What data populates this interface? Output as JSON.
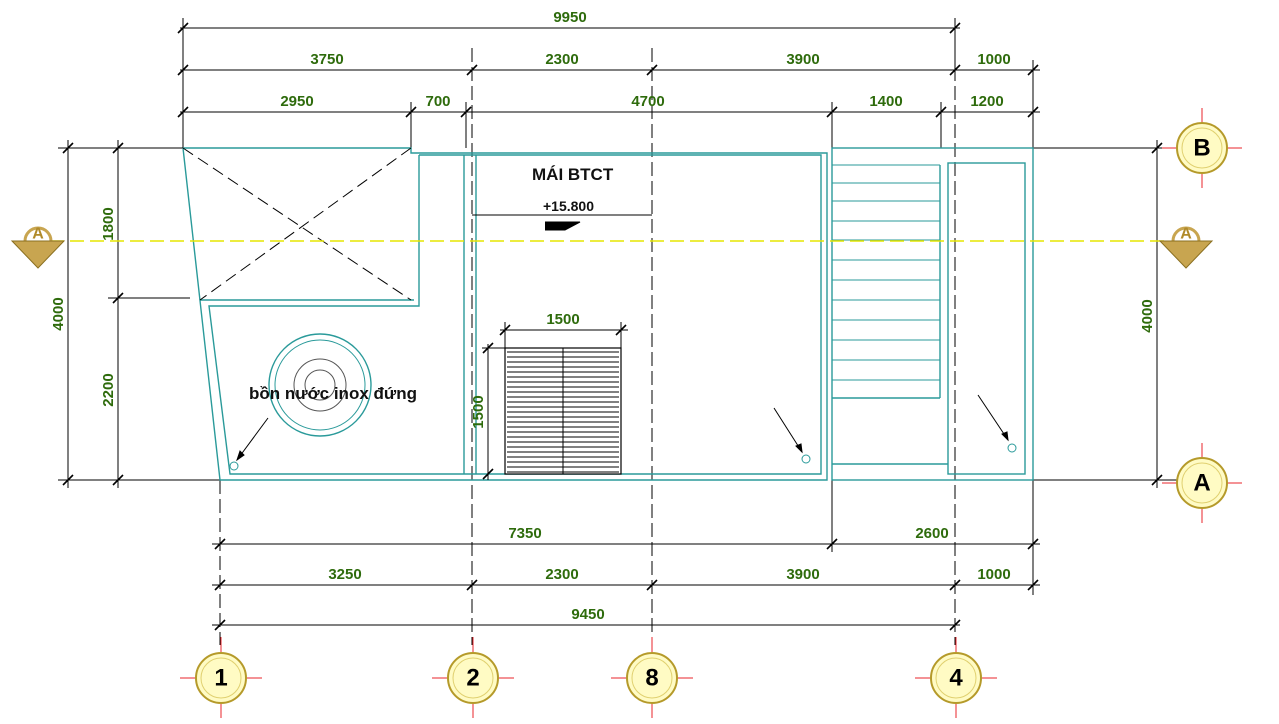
{
  "dimensions": {
    "top_overall": "9950",
    "top_row2": [
      "3750",
      "2300",
      "3900",
      "1000"
    ],
    "top_row3": [
      "2950",
      "700",
      "4700",
      "1400",
      "1200"
    ],
    "left_outer": "4000",
    "left_inner": [
      "1800",
      "2200"
    ],
    "right_outer": "4000",
    "bottom_row1": [
      "7350",
      "2600"
    ],
    "bottom_row2": [
      "3250",
      "2300",
      "3900",
      "1000"
    ],
    "bottom_overall": "9450",
    "skylight_width": "1500",
    "skylight_height": "1500"
  },
  "labels": {
    "roof": "MÁI BTCT",
    "elevation": "+15.800",
    "tank": "bồn nước inox đứng"
  },
  "grid_axes": {
    "rows": [
      "B",
      "A"
    ],
    "columns": [
      "1",
      "2",
      "8",
      "4"
    ]
  },
  "section_marks": [
    "A",
    "A"
  ],
  "colors": {
    "dimension_text": "#2e6b0c",
    "wall": "#2a9a9a",
    "grid_line": "#000000",
    "axis_bubble_fill": "#fffbc4",
    "axis_bubble_ring": "#b59a2a",
    "crosshair": "#e8262b",
    "section_fill": "#c8a550",
    "section_line": "#e6e600"
  }
}
